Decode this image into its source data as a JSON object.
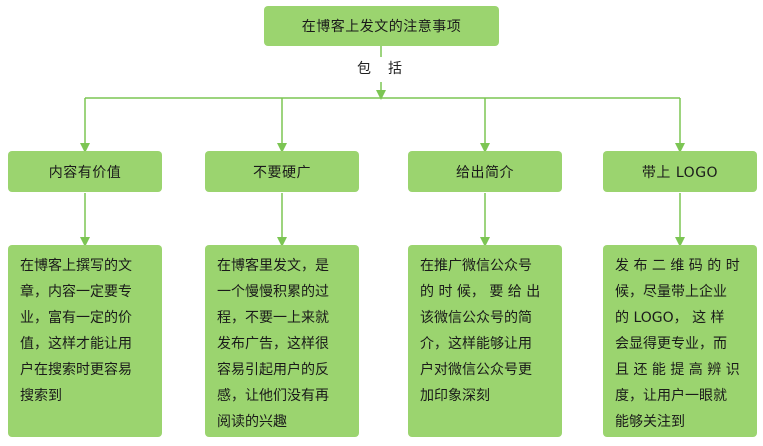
{
  "title": "在博客上发文的注意事项",
  "relation": {
    "char1": "包",
    "char2": "括"
  },
  "branches": [
    {
      "heading": "内容有价值",
      "body": "在博客上撰写的文\n章，内容一定要专\n业，富有一定的价\n值，这样才能让用\n户在搜索时更容易\n搜索到"
    },
    {
      "heading": "不要硬广",
      "body": "在博客里发文，是\n一个慢慢积累的过\n程，不要一上来就\n发布广告，这样很\n容易引起用户的反\n感，让他们没有再\n阅读的兴趣"
    },
    {
      "heading": "给出简介",
      "body": "在推广微信公众号\n的 时 候， 要 给 出\n该微信公众号的简\n介，这样能够让用\n户对微信公众号更\n加印象深刻"
    },
    {
      "heading": "带上 LOGO",
      "body": "发 布 二 维 码 的 时\n候，尽量带上企业\n的 LOGO， 这 样\n会显得更专业，而\n且 还 能 提 高 辨 识\n度，让用户一眼就\n能够关注到"
    }
  ],
  "colors": {
    "box": "#9bd46f",
    "line": "#7cc553"
  }
}
